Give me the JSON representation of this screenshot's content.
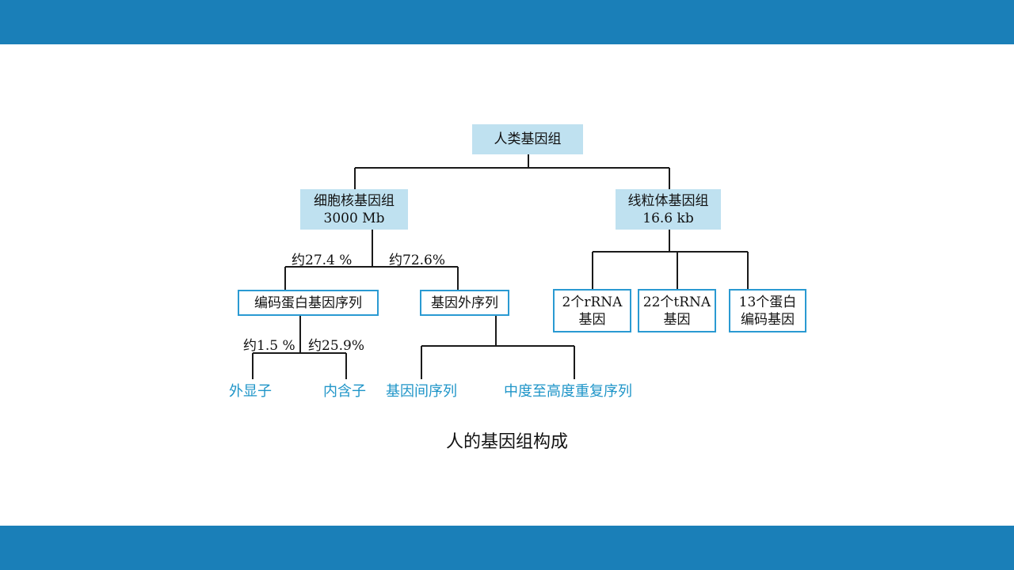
{
  "diagram": {
    "root": "人类基因组",
    "nuclear": {
      "line1": "细胞核基因组",
      "line2": "3000 Mb"
    },
    "mito": {
      "line1": "线粒体基因组",
      "line2": "16.6 kb"
    },
    "nuclear_split": {
      "left": "约27.4 %",
      "right": "约72.6%"
    },
    "coding": "编码蛋白基因序列",
    "extragenic": "基因外序列",
    "coding_split": {
      "left": "约1.5 %",
      "right": "约25.9%"
    },
    "leaves": {
      "exon": "外显子",
      "intron": "内含子",
      "intergenic": "基因间序列",
      "repeats": "中度至高度重复序列"
    },
    "mito_children": [
      {
        "line1": "2个rRNA",
        "line2": "基因"
      },
      {
        "line1": "22个tRNA",
        "line2": "基因"
      },
      {
        "line1": "13个蛋白",
        "line2": "编码基因"
      }
    ]
  },
  "caption": "人的基因组构成",
  "colors": {
    "band": "#1a7fb8",
    "box_fill": "#bfe1f0",
    "box_border": "#2a9ad2",
    "leaf_text": "#1f95c8"
  }
}
